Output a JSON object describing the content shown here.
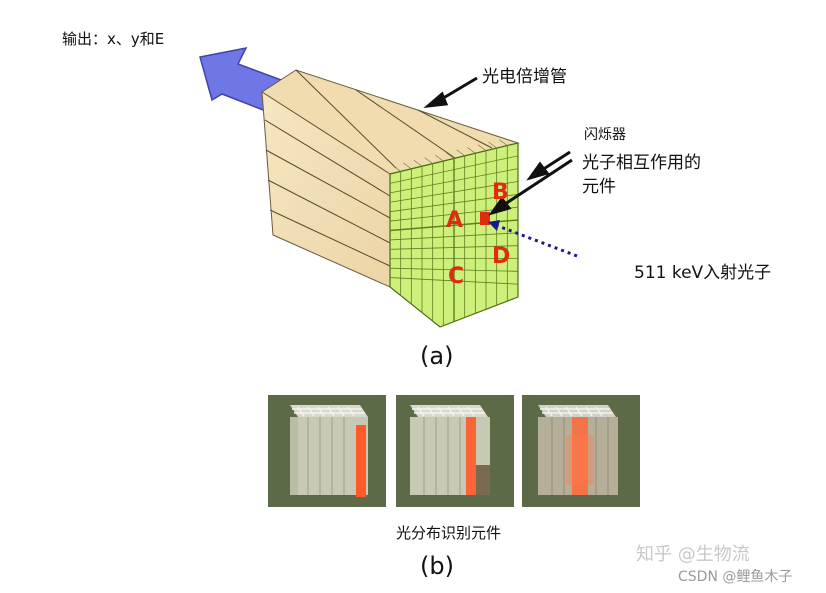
{
  "labels": {
    "output": "输出：x、y和E",
    "pmt": "光电倍增管",
    "scintillator": "闪烁器",
    "interaction_line1": "光子相互作用的",
    "interaction_line2": "元件",
    "photon": "511 keV入射光子",
    "block_a": "A",
    "block_b": "B",
    "block_c": "C",
    "block_d": "D",
    "caption_a": "(a)",
    "caption_b": "(b)",
    "light_distribution": "光分布识别元件"
  },
  "watermark": {
    "zhihu": "知乎 @生物流",
    "csdn": "CSDN @鲤鱼木子"
  },
  "colors": {
    "pmt_body": "#f3dfb4",
    "crystal_green": "#ccf07a",
    "arrow_blue": "#6f76e6",
    "block_red": "#e02b10",
    "photon_dotted": "#1a1a90",
    "photo_bg": "#5d6a48",
    "highlight_orange": "#ff5a2a"
  },
  "icons": {
    "output_arrow": "big-arrow-icon",
    "photon_path": "dotted-arrow-icon"
  }
}
